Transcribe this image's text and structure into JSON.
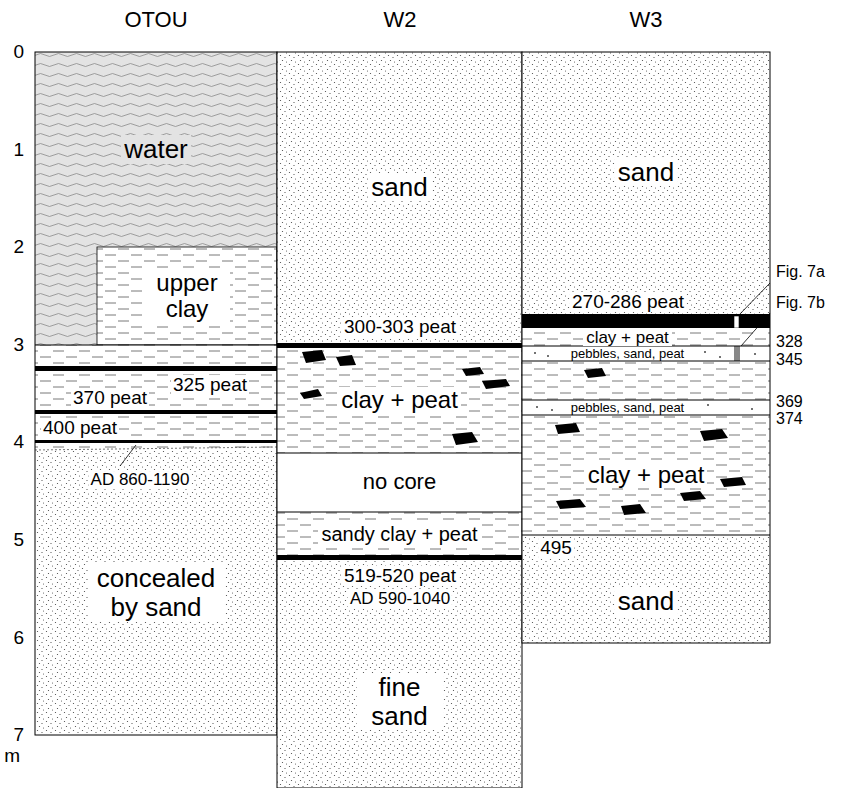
{
  "diagram": {
    "nodes": [
      {
        "text": [
          "water"
        ]
      },
      {
        "text": [
          "upper clay"
        ]
      },
      {
        "text": [
          "concealed by sand"
        ]
      },
      {
        "text": [
          "sand"
        ]
      },
      {
        "text": [
          "clay + peat"
        ]
      },
      {
        "text": [
          "no core"
        ]
      },
      {
        "text": [
          "sandy clay + peat"
        ]
      },
      {
        "text": [
          "fine sand"
        ]
      },
      {
        "text": [
          "sand"
        ]
      },
      {
        "text": [
          "clay + peat"
        ]
      },
      {
        "text": [
          "pebbles, sand, peat"
        ]
      },
      {
        "text": [
          "pebbles, sand, peat"
        ]
      },
      {
        "text": [
          "clay + peat"
        ]
      },
      {
        "text": [
          "sand"
        ]
      }
    ],
    "labels": [
      "OTOU",
      "W2",
      "W3",
      "0",
      "1",
      "2",
      "3",
      "4",
      "5",
      "6",
      "7",
      "m",
      "325 peat",
      "370 peat",
      "400 peat",
      "AD 860-1190",
      "300-303 peat",
      "519-520 peat",
      "AD 590-1040",
      "270-286 peat",
      "328",
      "345",
      "369",
      "374",
      "495",
      "Fig. 7a",
      "Fig. 7b"
    ]
  }
}
